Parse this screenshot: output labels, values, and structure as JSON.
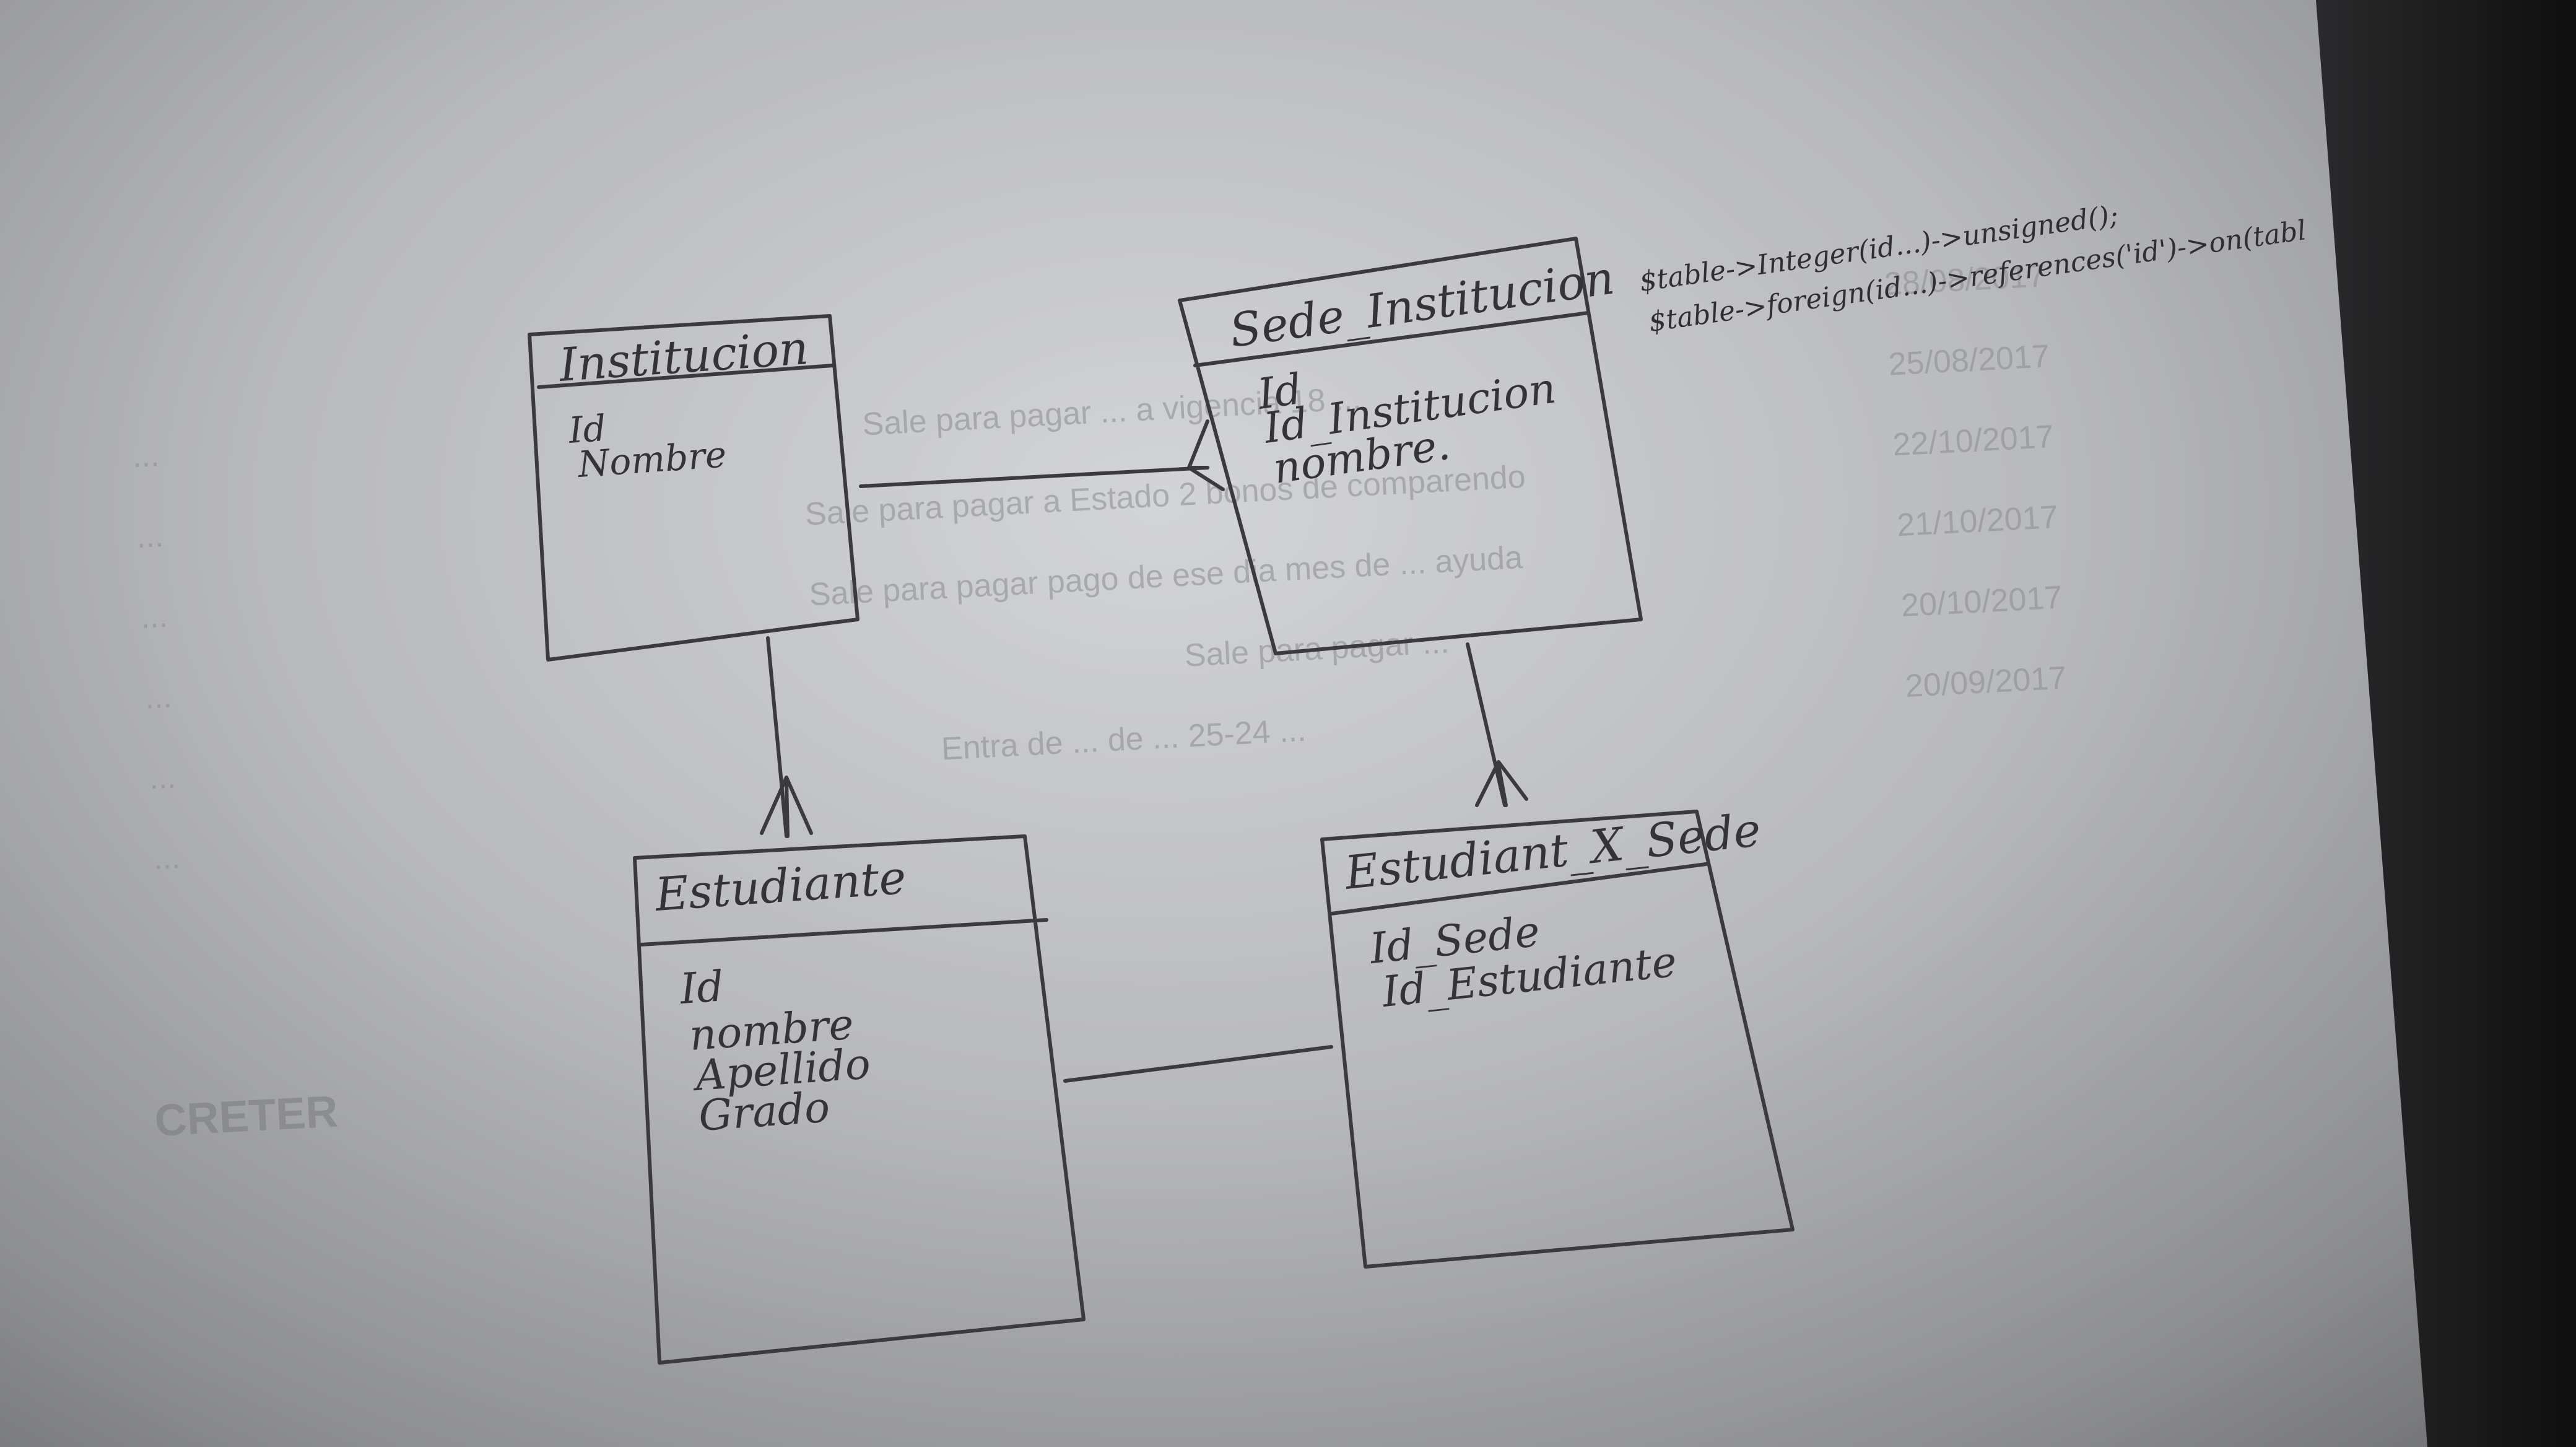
{
  "diagram": {
    "entities": [
      {
        "id": "institucion",
        "name": "Institucion",
        "attributes": [
          "Id",
          "Nombre"
        ]
      },
      {
        "id": "sede",
        "name": "Sede_Institucion",
        "attributes": [
          "Id",
          "Id_Institucion",
          "nombre."
        ]
      },
      {
        "id": "estudiante",
        "name": "Estudiante",
        "attributes": [
          "Id",
          "nombre",
          "Apellido",
          "Grado"
        ]
      },
      {
        "id": "estxsede",
        "name": "Estudiant_X_Sede",
        "attributes": [
          "Id_Sede",
          "Id_Estudiante"
        ]
      }
    ],
    "relationships": [
      {
        "from": "institucion",
        "to": "sede",
        "cardinality": "one-to-many"
      },
      {
        "from": "institucion",
        "to": "estudiante",
        "cardinality": "one-to-many"
      },
      {
        "from": "sede",
        "to": "estxsede",
        "cardinality": "one-to-many"
      },
      {
        "from": "estudiante",
        "to": "estxsede",
        "cardinality": "association"
      }
    ],
    "notes": [
      "$table->Integer(id...)->unsigned();",
      "$table->foreign(id...)->references('id')->on(tabl"
    ]
  },
  "bleed_through": {
    "dates": [
      "28/08/2017",
      "25/08/2017",
      "22/10/2017",
      "21/10/2017",
      "20/10/2017",
      "20/09/2017"
    ],
    "lines": [
      "Sale para pagar ... a vigencia 18 ...",
      "Sale para pagar a Estado 2 bonos de comparendo",
      "Sale para pagar pago de ese dia mes de ... ayuda",
      "Sale para pagar ...",
      "Entra de ... de ... 25-24 ..."
    ],
    "left_column": [
      "...",
      "...",
      "...",
      "...",
      "...",
      "..."
    ],
    "bold_word": "CRETER"
  }
}
